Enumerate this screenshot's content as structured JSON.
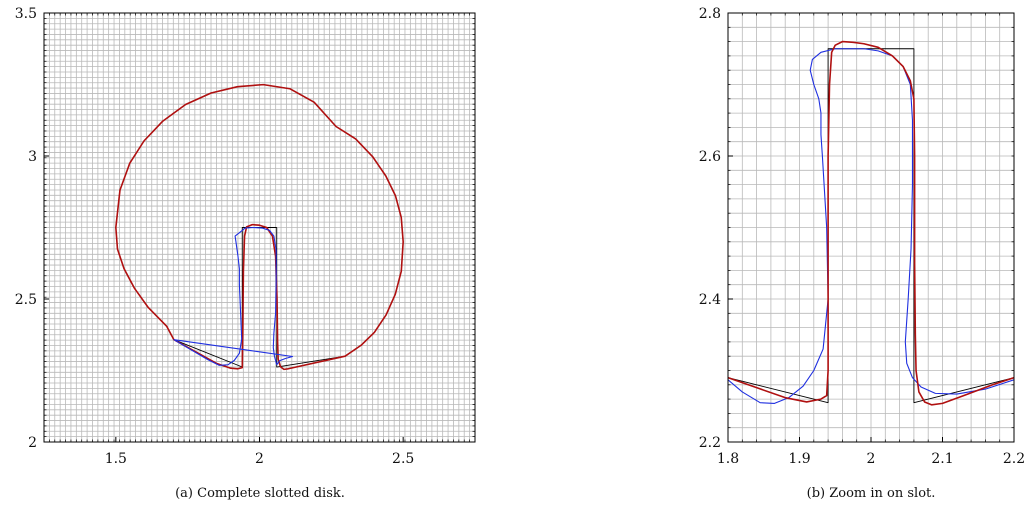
{
  "chart_data": [
    {
      "type": "line",
      "caption": "(a) Complete slotted disk.",
      "xlim": [
        1.25,
        2.75
      ],
      "ylim": [
        2,
        3.5
      ],
      "xticks": [
        1.5,
        2,
        2.5
      ],
      "xtick_labels": [
        "1.5",
        "2",
        "2.5"
      ],
      "yticks": [
        2,
        2.5,
        3,
        3.5
      ],
      "ytick_labels": [
        "2",
        "2.5",
        "3",
        "3.5"
      ],
      "grid": true,
      "grid_spacing": 0.01875,
      "series": [
        {
          "role": "exact slotted disk",
          "color": "#000000",
          "x": [
            2.06,
            2.06,
            2.2979,
            2.3536,
            2.4,
            2.4405,
            2.4725,
            2.4935,
            2.5,
            2.4933,
            2.4732,
            2.4397,
            2.3933,
            2.3347,
            2.2664,
            2.19,
            2.1055,
            2.0133,
            1.9234,
            1.8316,
            1.7428,
            1.6635,
            1.5982,
            1.5485,
            1.5144,
            1.5,
            1.5057,
            1.5285,
            1.5643,
            1.6131,
            1.6767,
            1.7021,
            1.94,
            1.94,
            2.06
          ],
          "y": [
            2.75,
            2.2622,
            2.3,
            2.3382,
            2.3837,
            2.4444,
            2.5164,
            2.5973,
            2.7,
            2.7857,
            2.8609,
            2.9301,
            2.9982,
            3.0596,
            3.1031,
            3.1881,
            3.2352,
            3.2496,
            3.2424,
            3.2204,
            3.1801,
            3.122,
            3.0529,
            2.9748,
            2.8807,
            2.75,
            2.6747,
            2.6063,
            2.5383,
            2.4699,
            2.405,
            2.3577,
            2.2622,
            2.75,
            2.75
          ]
        },
        {
          "role": "red interface",
          "color": "#b01010",
          "x": [
            2.065,
            2.073,
            2.085,
            2.1,
            2.2979,
            2.3536,
            2.4,
            2.4405,
            2.4725,
            2.4935,
            2.5,
            2.4933,
            2.4732,
            2.4397,
            2.3933,
            2.3347,
            2.2664,
            2.19,
            2.1055,
            2.0133,
            1.9234,
            1.8316,
            1.7428,
            1.6635,
            1.5982,
            1.5485,
            1.5144,
            1.5,
            1.5057,
            1.5285,
            1.5643,
            1.6131,
            1.6767,
            1.7021,
            1.85,
            1.9,
            1.925,
            1.94,
            1.942,
            1.944,
            1.948,
            1.955,
            1.975,
            2.0,
            2.025,
            2.045,
            2.056,
            2.061,
            2.063,
            2.065
          ],
          "y": [
            2.29,
            2.263,
            2.254,
            2.256,
            2.3,
            2.3382,
            2.3837,
            2.4444,
            2.5164,
            2.5973,
            2.7,
            2.7857,
            2.8609,
            2.9301,
            2.9982,
            3.0596,
            3.1031,
            3.1881,
            3.2352,
            3.2496,
            3.2424,
            3.2204,
            3.1801,
            3.122,
            3.0529,
            2.9748,
            2.8807,
            2.75,
            2.6747,
            2.6063,
            2.5383,
            2.4699,
            2.405,
            2.3577,
            2.275,
            2.258,
            2.256,
            2.26,
            2.4,
            2.6,
            2.72,
            2.752,
            2.76,
            2.758,
            2.75,
            2.72,
            2.65,
            2.5,
            2.35,
            2.29
          ]
        },
        {
          "role": "blue interface",
          "color": "#1f2fe0",
          "x": [
            2.06,
            2.07,
            2.09,
            2.115,
            1.7021,
            1.82,
            1.86,
            1.89,
            1.912,
            1.93,
            1.938,
            1.933,
            1.93,
            1.93,
            1.925,
            1.918,
            1.915,
            1.928,
            1.95,
            1.98,
            2.01,
            2.035,
            2.05,
            2.058,
            2.058,
            2.056,
            2.05,
            2.048,
            2.052,
            2.06
          ],
          "y": [
            2.27,
            2.284,
            2.292,
            2.299,
            2.3577,
            2.288,
            2.268,
            2.27,
            2.285,
            2.31,
            2.36,
            2.48,
            2.55,
            2.605,
            2.65,
            2.7,
            2.72,
            2.73,
            2.748,
            2.75,
            2.748,
            2.74,
            2.72,
            2.67,
            2.56,
            2.45,
            2.38,
            2.33,
            2.3,
            2.27
          ]
        }
      ]
    },
    {
      "type": "line",
      "caption": "(b) Zoom in on slot.",
      "xlim": [
        1.8,
        2.2
      ],
      "ylim": [
        2.2,
        2.8
      ],
      "xticks": [
        1.8,
        1.9,
        2,
        2.1,
        2.2
      ],
      "xtick_labels": [
        "1.8",
        "1.9",
        "2",
        "2.1",
        "2.2"
      ],
      "yticks": [
        2.2,
        2.4,
        2.6,
        2.8
      ],
      "ytick_labels": [
        "2.2",
        "2.4",
        "2.6",
        "2.8"
      ],
      "grid": true,
      "grid_spacing": 0.02,
      "series": [
        {
          "role": "exact slot",
          "color": "#000000",
          "x": [
            1.8,
            1.94,
            1.94,
            2.06,
            2.06,
            2.2
          ],
          "y": [
            2.29,
            2.255,
            2.75,
            2.75,
            2.255,
            2.29
          ]
        },
        {
          "role": "blue interface",
          "color": "#1f2fe0",
          "x": [
            1.8,
            1.82,
            1.845,
            1.865,
            1.885,
            1.905,
            1.92,
            1.933,
            1.94,
            1.938,
            1.935,
            1.932,
            1.93,
            1.93,
            1.927,
            1.92,
            1.915,
            1.918,
            1.93,
            1.95,
            1.97,
            1.99,
            2.01,
            2.03,
            2.045,
            2.055,
            2.058,
            2.058,
            2.056,
            2.052,
            2.048,
            2.05,
            2.058,
            2.07,
            2.09,
            2.12,
            2.16,
            2.2
          ],
          "y": [
            2.287,
            2.27,
            2.255,
            2.254,
            2.262,
            2.278,
            2.3,
            2.33,
            2.4,
            2.5,
            2.55,
            2.6,
            2.63,
            2.66,
            2.68,
            2.7,
            2.72,
            2.735,
            2.745,
            2.75,
            2.75,
            2.75,
            2.747,
            2.74,
            2.725,
            2.7,
            2.65,
            2.56,
            2.47,
            2.4,
            2.34,
            2.31,
            2.29,
            2.277,
            2.268,
            2.267,
            2.274,
            2.287
          ]
        },
        {
          "role": "red interface",
          "color": "#b01010",
          "x": [
            1.8,
            1.84,
            1.88,
            1.91,
            1.93,
            1.938,
            1.94,
            1.94,
            1.94,
            1.942,
            1.945,
            1.95,
            1.96,
            1.975,
            1.99,
            2.01,
            2.03,
            2.045,
            2.055,
            2.06,
            2.061,
            2.061,
            2.062,
            2.063,
            2.067,
            2.075,
            2.085,
            2.1,
            2.13,
            2.17,
            2.2
          ],
          "y": [
            2.29,
            2.276,
            2.262,
            2.256,
            2.26,
            2.265,
            2.3,
            2.45,
            2.6,
            2.7,
            2.745,
            2.755,
            2.76,
            2.759,
            2.757,
            2.752,
            2.74,
            2.725,
            2.705,
            2.68,
            2.6,
            2.45,
            2.35,
            2.3,
            2.27,
            2.256,
            2.252,
            2.254,
            2.265,
            2.28,
            2.29
          ]
        }
      ]
    }
  ]
}
